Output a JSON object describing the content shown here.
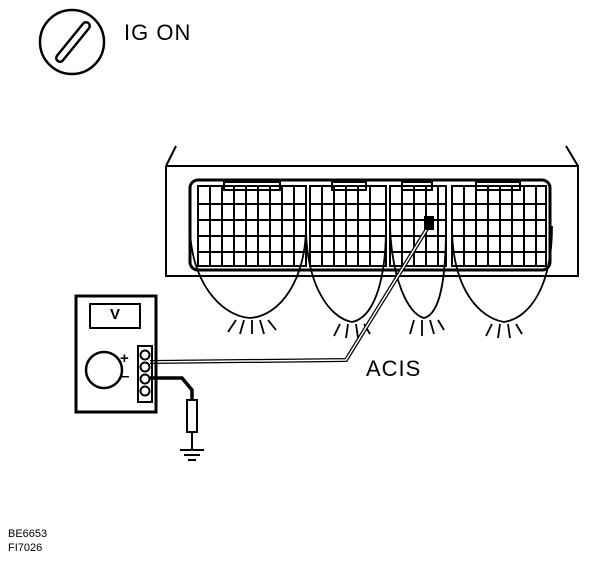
{
  "status": {
    "ignition_label": "IG ON"
  },
  "connector": {
    "terminal_label": "ACIS"
  },
  "voltmeter": {
    "display_label": "V",
    "positive_label": "+",
    "negative_label": "–"
  },
  "figure_codes": [
    "BE6653",
    "FI7026"
  ],
  "colors": {
    "line": "#000000",
    "background": "#ffffff"
  }
}
